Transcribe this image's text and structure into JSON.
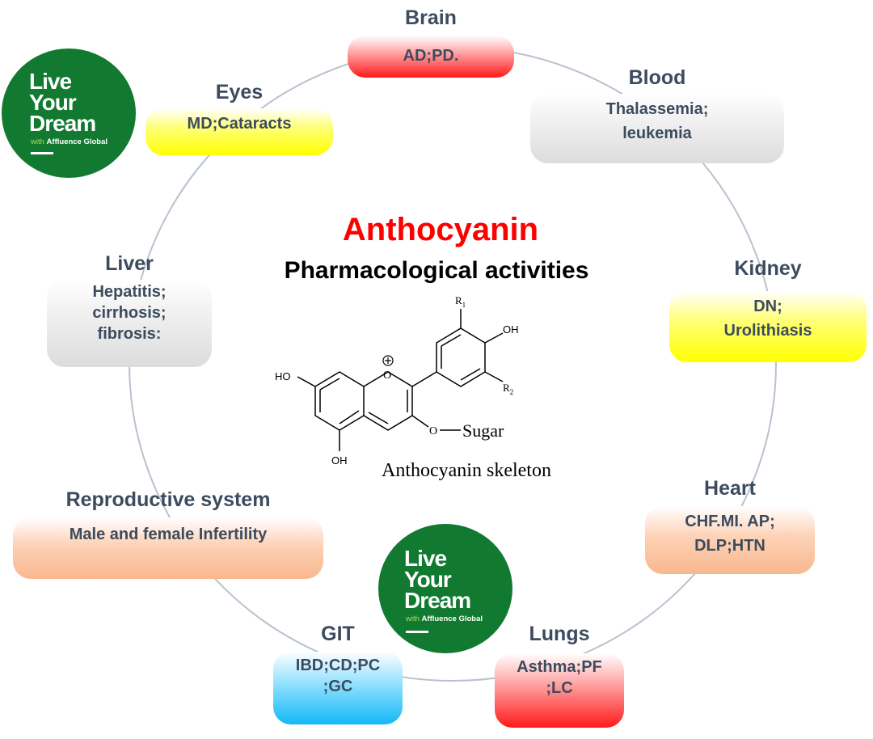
{
  "center": {
    "title": "Anthocyanin",
    "subtitle": "Pharmacological activities",
    "skeleton_label": "Anthocyanin skeleton",
    "sugar_label": "Sugar",
    "substituents": {
      "r1": "R",
      "r1_sub": "1",
      "r2": "R",
      "r2_sub": "2",
      "oh": "OH",
      "ho": "HO",
      "o": "O"
    }
  },
  "organs": {
    "brain": {
      "title": "Brain",
      "lines": [
        "AD;PD."
      ]
    },
    "eyes": {
      "title": "Eyes",
      "lines": [
        "MD;Cataracts"
      ]
    },
    "blood": {
      "title": "Blood",
      "lines": [
        "Thalassemia;",
        "leukemia"
      ]
    },
    "kidney": {
      "title": "Kidney",
      "lines": [
        "DN;",
        "Urolithiasis"
      ]
    },
    "liver": {
      "title": "Liver",
      "lines": [
        "Hepatitis;",
        "cirrhosis;",
        "fibrosis:"
      ]
    },
    "repro": {
      "title": "Reproductive system",
      "lines": [
        "Male and female Infertility"
      ]
    },
    "heart": {
      "title": "Heart",
      "lines": [
        "CHF.MI. AP;",
        "DLP;HTN"
      ]
    },
    "git": {
      "title": "GIT",
      "lines": [
        "IBD;CD;PC",
        ";GC"
      ]
    },
    "lungs": {
      "title": "Lungs",
      "lines": [
        "Asthma;PF",
        ";LC"
      ]
    }
  },
  "logo": {
    "line1": "Live",
    "line2": "Your",
    "line3": "Dream",
    "with": "with",
    "brand": "Affluence Global"
  },
  "colors": {
    "title_red": "#ff0000",
    "text_slate": "#3c4b5e",
    "logo_green": "#117a30",
    "ring": "#b8c2cf"
  }
}
